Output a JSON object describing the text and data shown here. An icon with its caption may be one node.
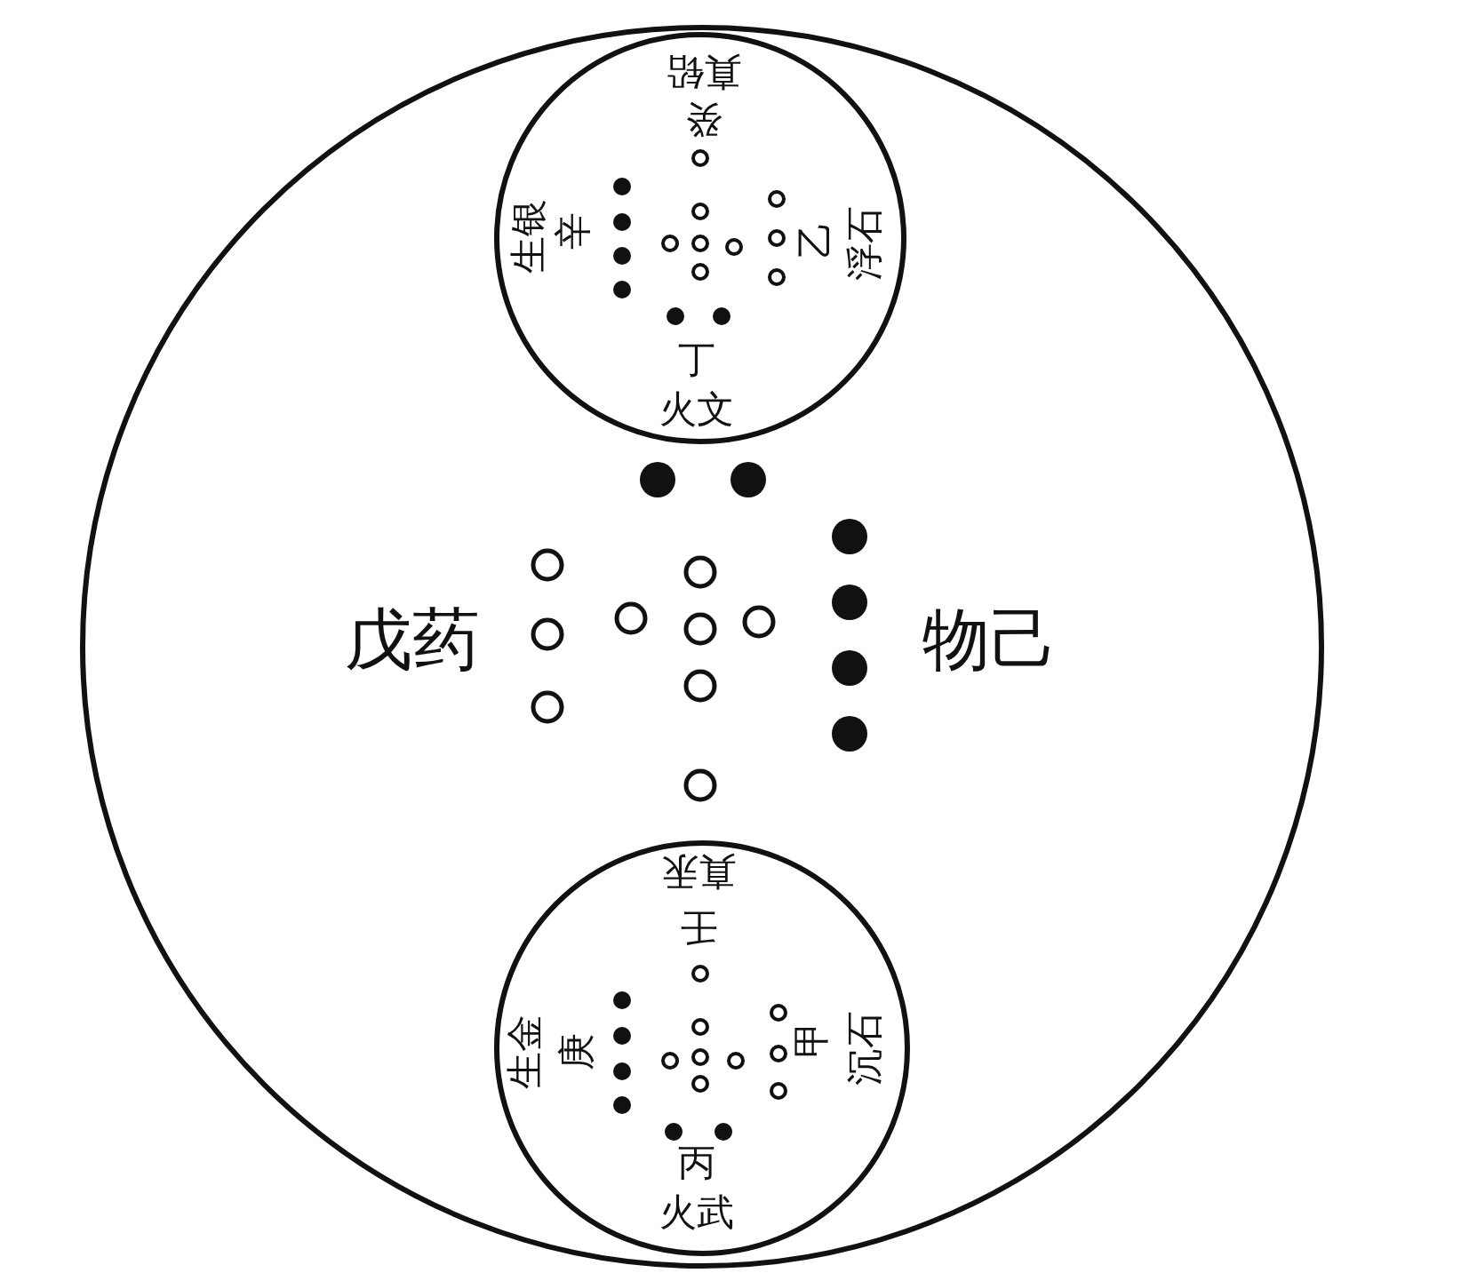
{
  "diagram": {
    "nodes": [
      {
        "text": [
          "戊药",
          "物己"
        ]
      },
      {
        "text": [
          "真铅",
          "癸",
          "生银",
          "辛",
          "乙",
          "浮石",
          "丁",
          "火文"
        ],
        "in": 0
      },
      {
        "text": [
          "真汞",
          "壬",
          "生金",
          "庚",
          "甲",
          "沉石",
          "丙",
          "火武"
        ],
        "in": 0
      }
    ]
  }
}
